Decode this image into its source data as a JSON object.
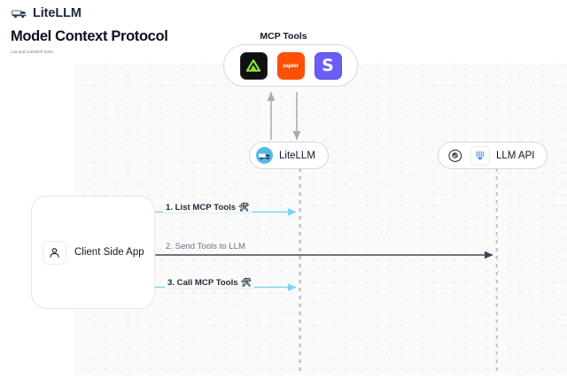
{
  "brand": {
    "name": "LiteLLM",
    "logo_icon": "truck-icon"
  },
  "header": {
    "title": "Model Context Protocol",
    "subtitle": "List and call MCP tools"
  },
  "diagram": {
    "mcp_group": {
      "title": "MCP Tools",
      "tools": [
        {
          "name": "triangle-tool-icon",
          "label": "",
          "color": "#101010",
          "accent": "#8fe040"
        },
        {
          "name": "zapier-icon",
          "label": "zapier",
          "color": "#ff4f00",
          "accent": "#ffffff"
        },
        {
          "name": "slack-icon",
          "label": "S",
          "color": "#6b5ef5",
          "accent": "#ffffff"
        }
      ]
    },
    "nodes": {
      "litellm": {
        "label": "LiteLLM",
        "icon": "litellm-avatar-icon"
      },
      "llm_api": {
        "label": "LLM API",
        "icons": [
          "openai-icon",
          "anthropic-icon"
        ]
      },
      "client": {
        "label": "Client Side App",
        "icon": "user-icon"
      }
    },
    "edges": [
      {
        "id": "1",
        "label": "1. List MCP Tools",
        "emoji": "🛠",
        "color": "#7dd3f5",
        "direction": "both"
      },
      {
        "id": "2",
        "label": "2. Send Tools to LLM",
        "emoji": "",
        "color": "#4b5563",
        "direction": "both"
      },
      {
        "id": "3",
        "label": "3. Call MCP Tools",
        "emoji": "🛠",
        "color": "#7dd3f5",
        "direction": "both"
      }
    ]
  },
  "colors": {
    "canvas_bg": "#fafafa",
    "dot_grid": "#e2e2e4",
    "lifeline": "#b8babf",
    "accent_blue": "#7dd3f5",
    "dark_arrow": "#4b5563"
  }
}
